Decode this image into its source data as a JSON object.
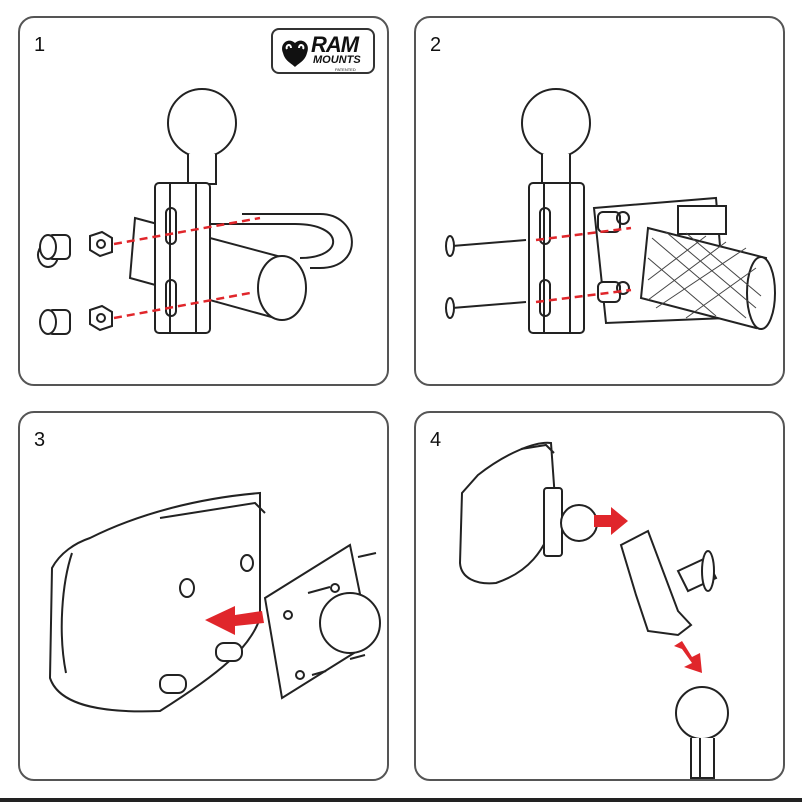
{
  "steps": [
    {
      "number": "1"
    },
    {
      "number": "2"
    },
    {
      "number": "3"
    },
    {
      "number": "4"
    }
  ],
  "logo": {
    "brand": "RAM",
    "sub": "MOUNTS",
    "patented": "PATENTED"
  },
  "colors": {
    "border": "#555555",
    "line": "#222222",
    "accent_red": "#e0262b"
  }
}
